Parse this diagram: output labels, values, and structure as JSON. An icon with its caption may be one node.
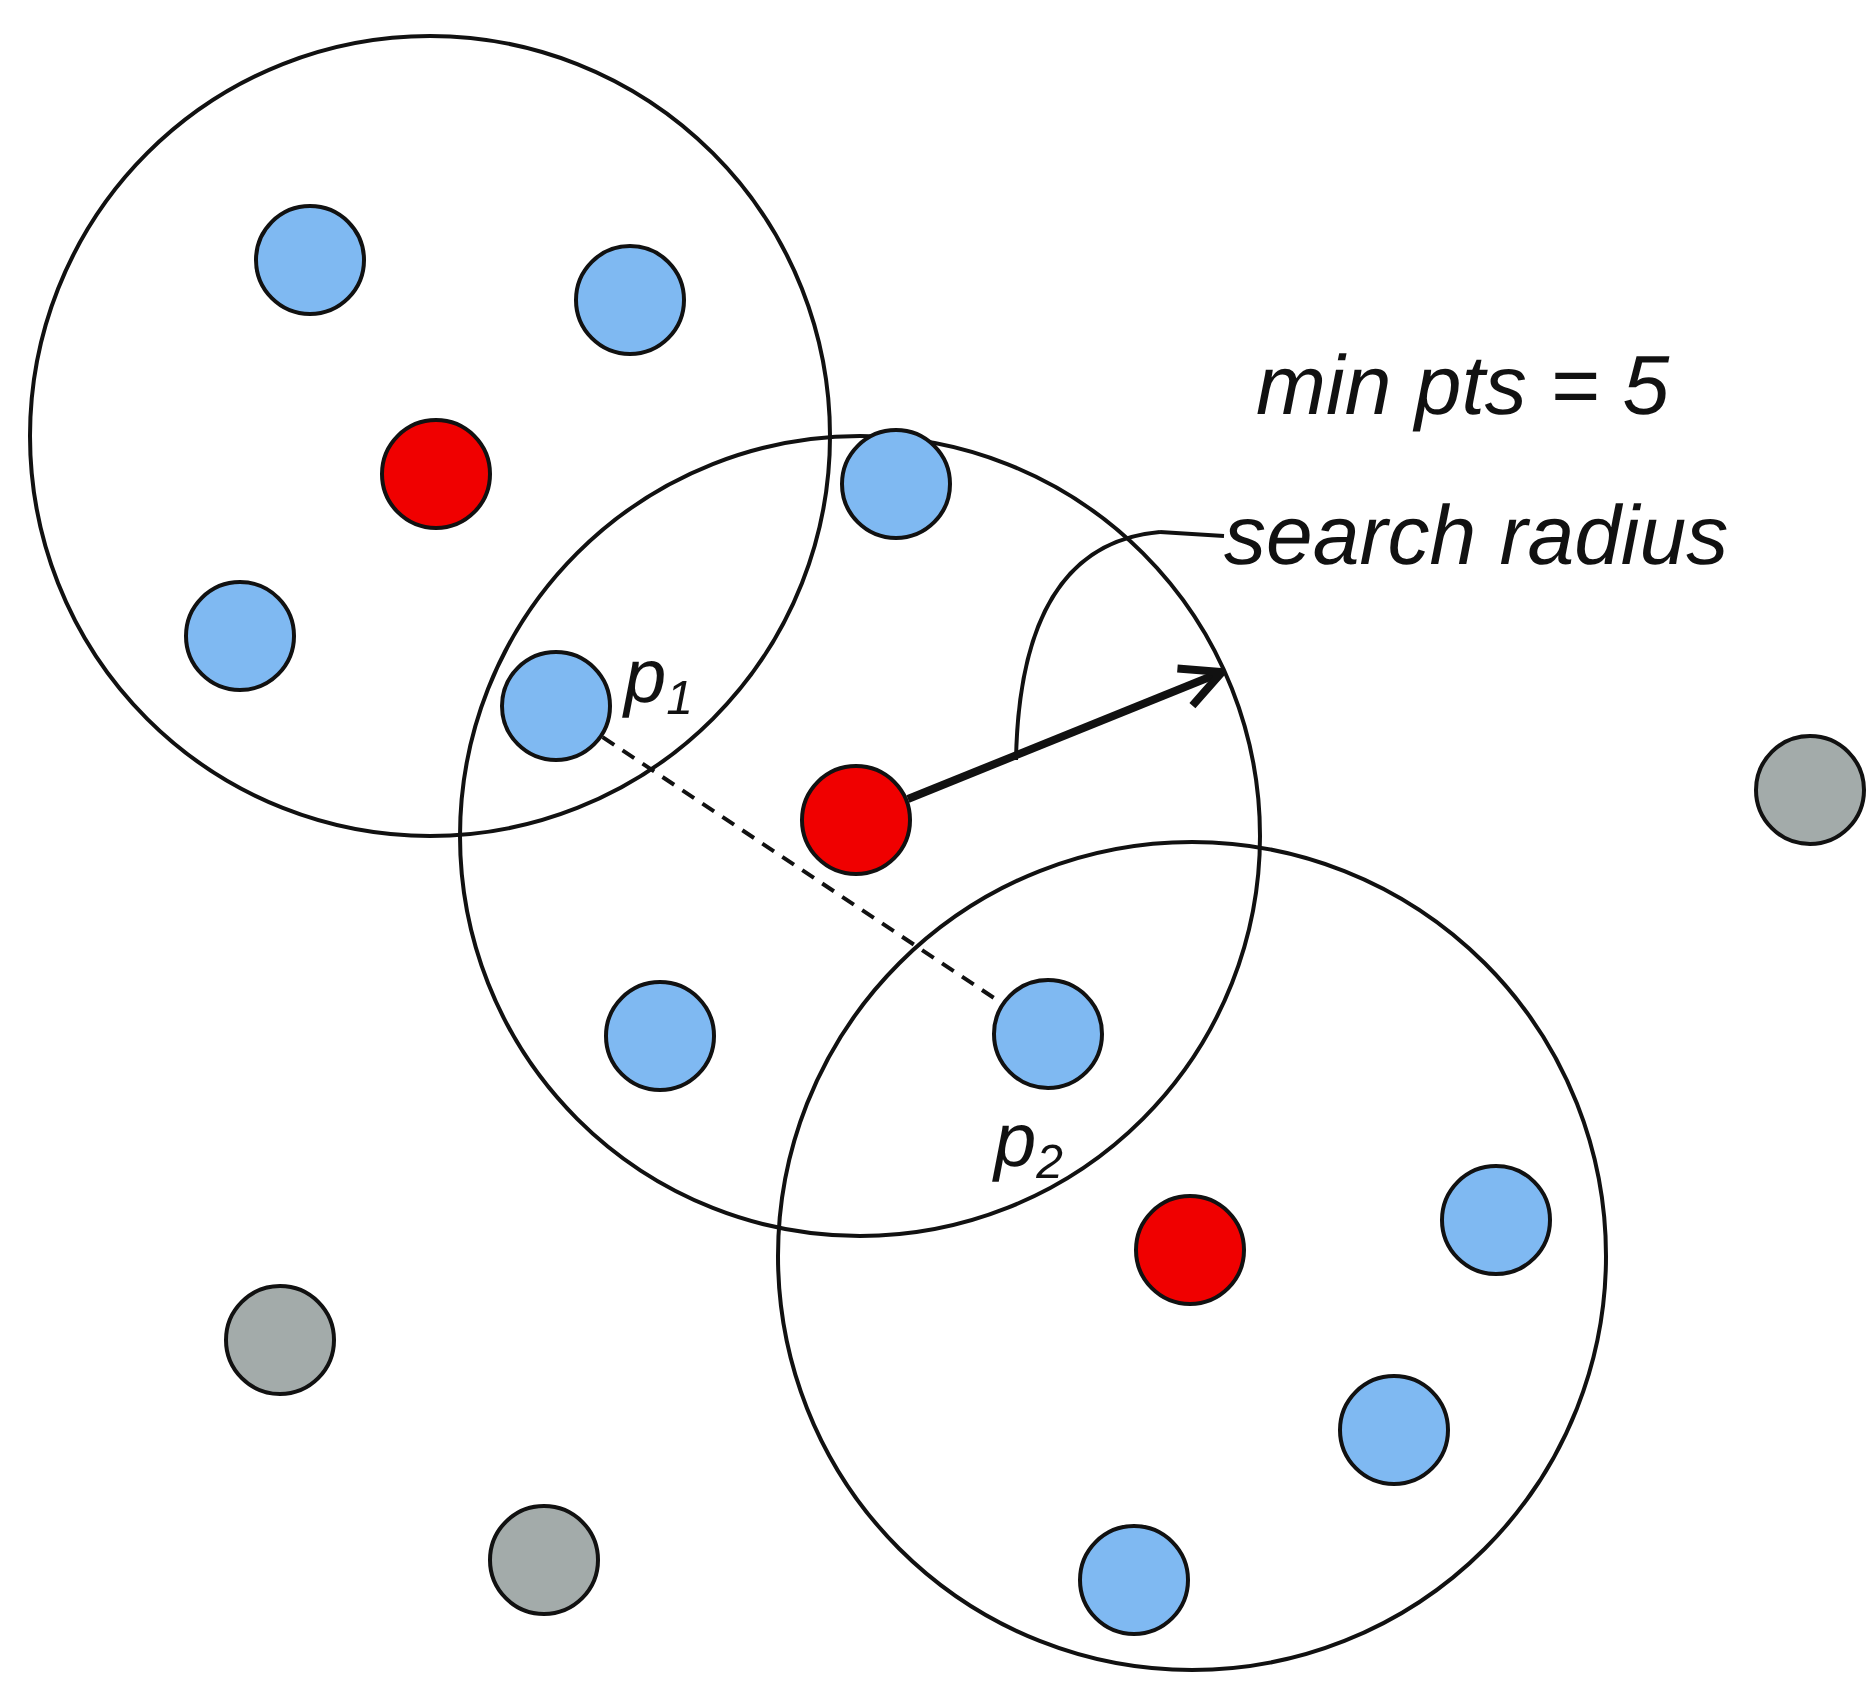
{
  "diagram": {
    "nodes": [
      {
        "text": [],
        "shape": "circle"
      },
      {
        "text": [],
        "shape": "circle"
      },
      {
        "text": [],
        "shape": "circle"
      },
      {
        "text": [],
        "shape": "circle",
        "in": 0
      },
      {
        "text": [],
        "shape": "circle",
        "in": 0
      },
      {
        "text": [],
        "shape": "circle",
        "in": 0
      },
      {
        "text": [],
        "shape": "circle",
        "in": 1
      },
      {
        "text": [],
        "shape": "circle",
        "in": 0
      },
      {
        "text": [],
        "shape": "circle",
        "beside": [
          "p$_{1}$"
        ]
      },
      {
        "text": [],
        "shape": "circle",
        "in": 1
      },
      {
        "text": [],
        "shape": "circle"
      },
      {
        "text": [],
        "shape": "circle",
        "in": 1
      },
      {
        "text": [],
        "shape": "circle",
        "beside": [
          "p$_{2}$"
        ]
      },
      {
        "text": [],
        "shape": "circle",
        "in": 2
      },
      {
        "text": [],
        "shape": "circle",
        "in": 2
      },
      {
        "text": [],
        "shape": "circle"
      },
      {
        "text": [],
        "shape": "circle",
        "in": 2
      },
      {
        "text": [],
        "shape": "circle"
      },
      {
        "text": [],
        "shape": "circle",
        "in": 2
      },
      {
        "text": [
          "search radius"
        ]
      },
      {
        "text": [],
        "shape": "arc",
        "in": 1
      }
    ],
    "edges": [
      {
        "from": 8,
        "to": 12,
        "arrow": "none",
        "style": "dashed"
      },
      {
        "from": 9,
        "to": null,
        "arrow": "to",
        "style": "thick"
      },
      {
        "from": 19,
        "to": 20,
        "arrow": "none"
      }
    ],
    "labels": [
      "min pts = 5"
    ]
  }
}
